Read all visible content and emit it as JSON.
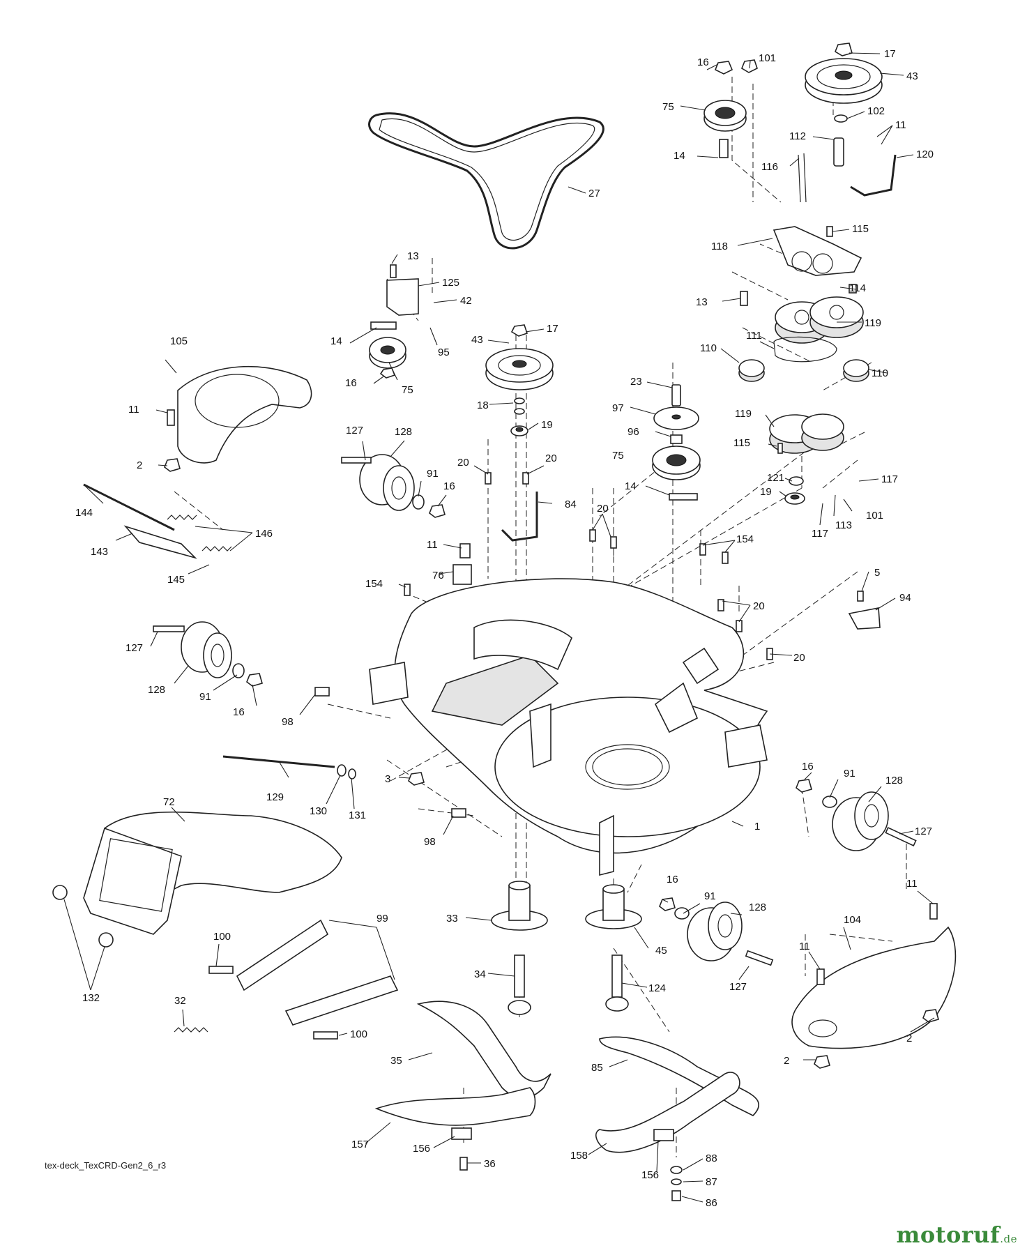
{
  "diagram_code": "tex-deck_TexCRD-Gen2_6_r3",
  "brand": {
    "name": "motoruf",
    "tld": ".de",
    "color": "#3a8a3a"
  },
  "callouts": {
    "c17a": "17",
    "c43a": "43",
    "c16a": "16",
    "c101a": "101",
    "c75a": "75",
    "c102": "102",
    "c11a": "11",
    "c112": "112",
    "c14a": "14",
    "c116": "116",
    "c120": "120",
    "c27": "27",
    "c115a": "115",
    "c118": "118",
    "c13a": "13",
    "c125": "125",
    "c42": "42",
    "c114": "114",
    "c13b": "13",
    "c119a": "119",
    "c14b": "14",
    "c95": "95",
    "c43b": "43",
    "c17b": "17",
    "c111": "111",
    "c110a": "110",
    "c110b": "110",
    "c105": "105",
    "c16b": "16",
    "c75b": "75",
    "c23": "23",
    "c97": "97",
    "c18": "18",
    "c19a": "19",
    "c119b": "119",
    "c11b": "11",
    "c96": "96",
    "c115b": "115",
    "c127a": "127",
    "c128a": "128",
    "c75c": "75",
    "c2a": "2",
    "c20a": "20",
    "c20b": "20",
    "c121": "121",
    "c117a": "117",
    "c91a": "91",
    "c16c": "16",
    "c14c": "14",
    "c19b": "19",
    "c84": "84",
    "c101b": "101",
    "c113": "113",
    "c117b": "117",
    "c144": "144",
    "c146": "146",
    "c20c": "20",
    "c143": "143",
    "c11c": "11",
    "c154a": "154",
    "c145": "145",
    "c76": "76",
    "c154b": "154",
    "c5": "5",
    "c94": "94",
    "c20d": "20",
    "c127b": "127",
    "c20e": "20",
    "c128b": "128",
    "c91b": "91",
    "c16d": "16",
    "c98a": "98",
    "c3": "3",
    "c16e": "16",
    "c91c": "91",
    "c128c": "128",
    "c129": "129",
    "c72": "72",
    "c130": "130",
    "c131": "131",
    "c1": "1",
    "c127c": "127",
    "c98b": "98",
    "c16f": "16",
    "c91d": "91",
    "c128d": "128",
    "c11d": "11",
    "c33": "33",
    "c45": "45",
    "c104": "104",
    "c99": "99",
    "c100a": "100",
    "c11e": "11",
    "c127d": "127",
    "c34": "34",
    "c124": "124",
    "c132": "132",
    "c32": "32",
    "c100b": "100",
    "c2b": "2",
    "c2c": "2",
    "c35": "35",
    "c85": "85",
    "c157": "157",
    "c156a": "156",
    "c36": "36",
    "c158": "158",
    "c88": "88",
    "c156b": "156",
    "c87": "87",
    "c86": "86"
  }
}
